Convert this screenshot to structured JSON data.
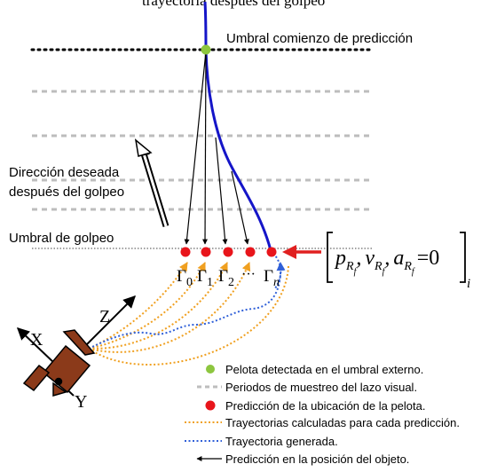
{
  "labels": {
    "top_clip": "trayectoria después del golpeo",
    "threshold_prediction": "Umbral comienzo de predicción",
    "desired_direction_line1": "Dirección deseada",
    "desired_direction_line2": "después del golpeo",
    "hit_threshold": "Umbral de golpeo",
    "gamma_symbol": "Γ",
    "gamma_0_sub": "0",
    "gamma_1_sub": "1",
    "gamma_2_sub": "2",
    "gamma_dots": "···",
    "gamma_n_sub": "n",
    "axis_x": "X",
    "axis_y": "Y",
    "axis_z": "Z"
  },
  "formula": {
    "p": "p",
    "v": "v",
    "a": "a",
    "sub_r": "R",
    "sub_f": "f",
    "comma": ",",
    "equals_zero": "=0",
    "index": "i"
  },
  "legend": [
    {
      "marker": "green-dot",
      "text": "Pelota detectada en el umbral externo."
    },
    {
      "marker": "gray-dotted-line",
      "text": "Periodos de muestreo del lazo visual."
    },
    {
      "marker": "red-dot",
      "text": "Predicción de la ubicación de la pelota."
    },
    {
      "marker": "orange-dotted-line",
      "text": "Trayectorias calculadas para cada predicción."
    },
    {
      "marker": "blue-dotted-line",
      "text": "Trayectoria generada."
    },
    {
      "marker": "black-arrow",
      "text": "Predicción en la posición del objeto."
    }
  ],
  "colors": {
    "green_dot": "#8dc63f",
    "red_dot": "#e8151b",
    "orange_traj": "#f0a020",
    "blue_traj": "#3060d8",
    "ball_path": "#1515c8",
    "gray_lines": "#bdbdbd",
    "robot_body": "#8b3a1a",
    "red_arrow": "#e02020"
  }
}
